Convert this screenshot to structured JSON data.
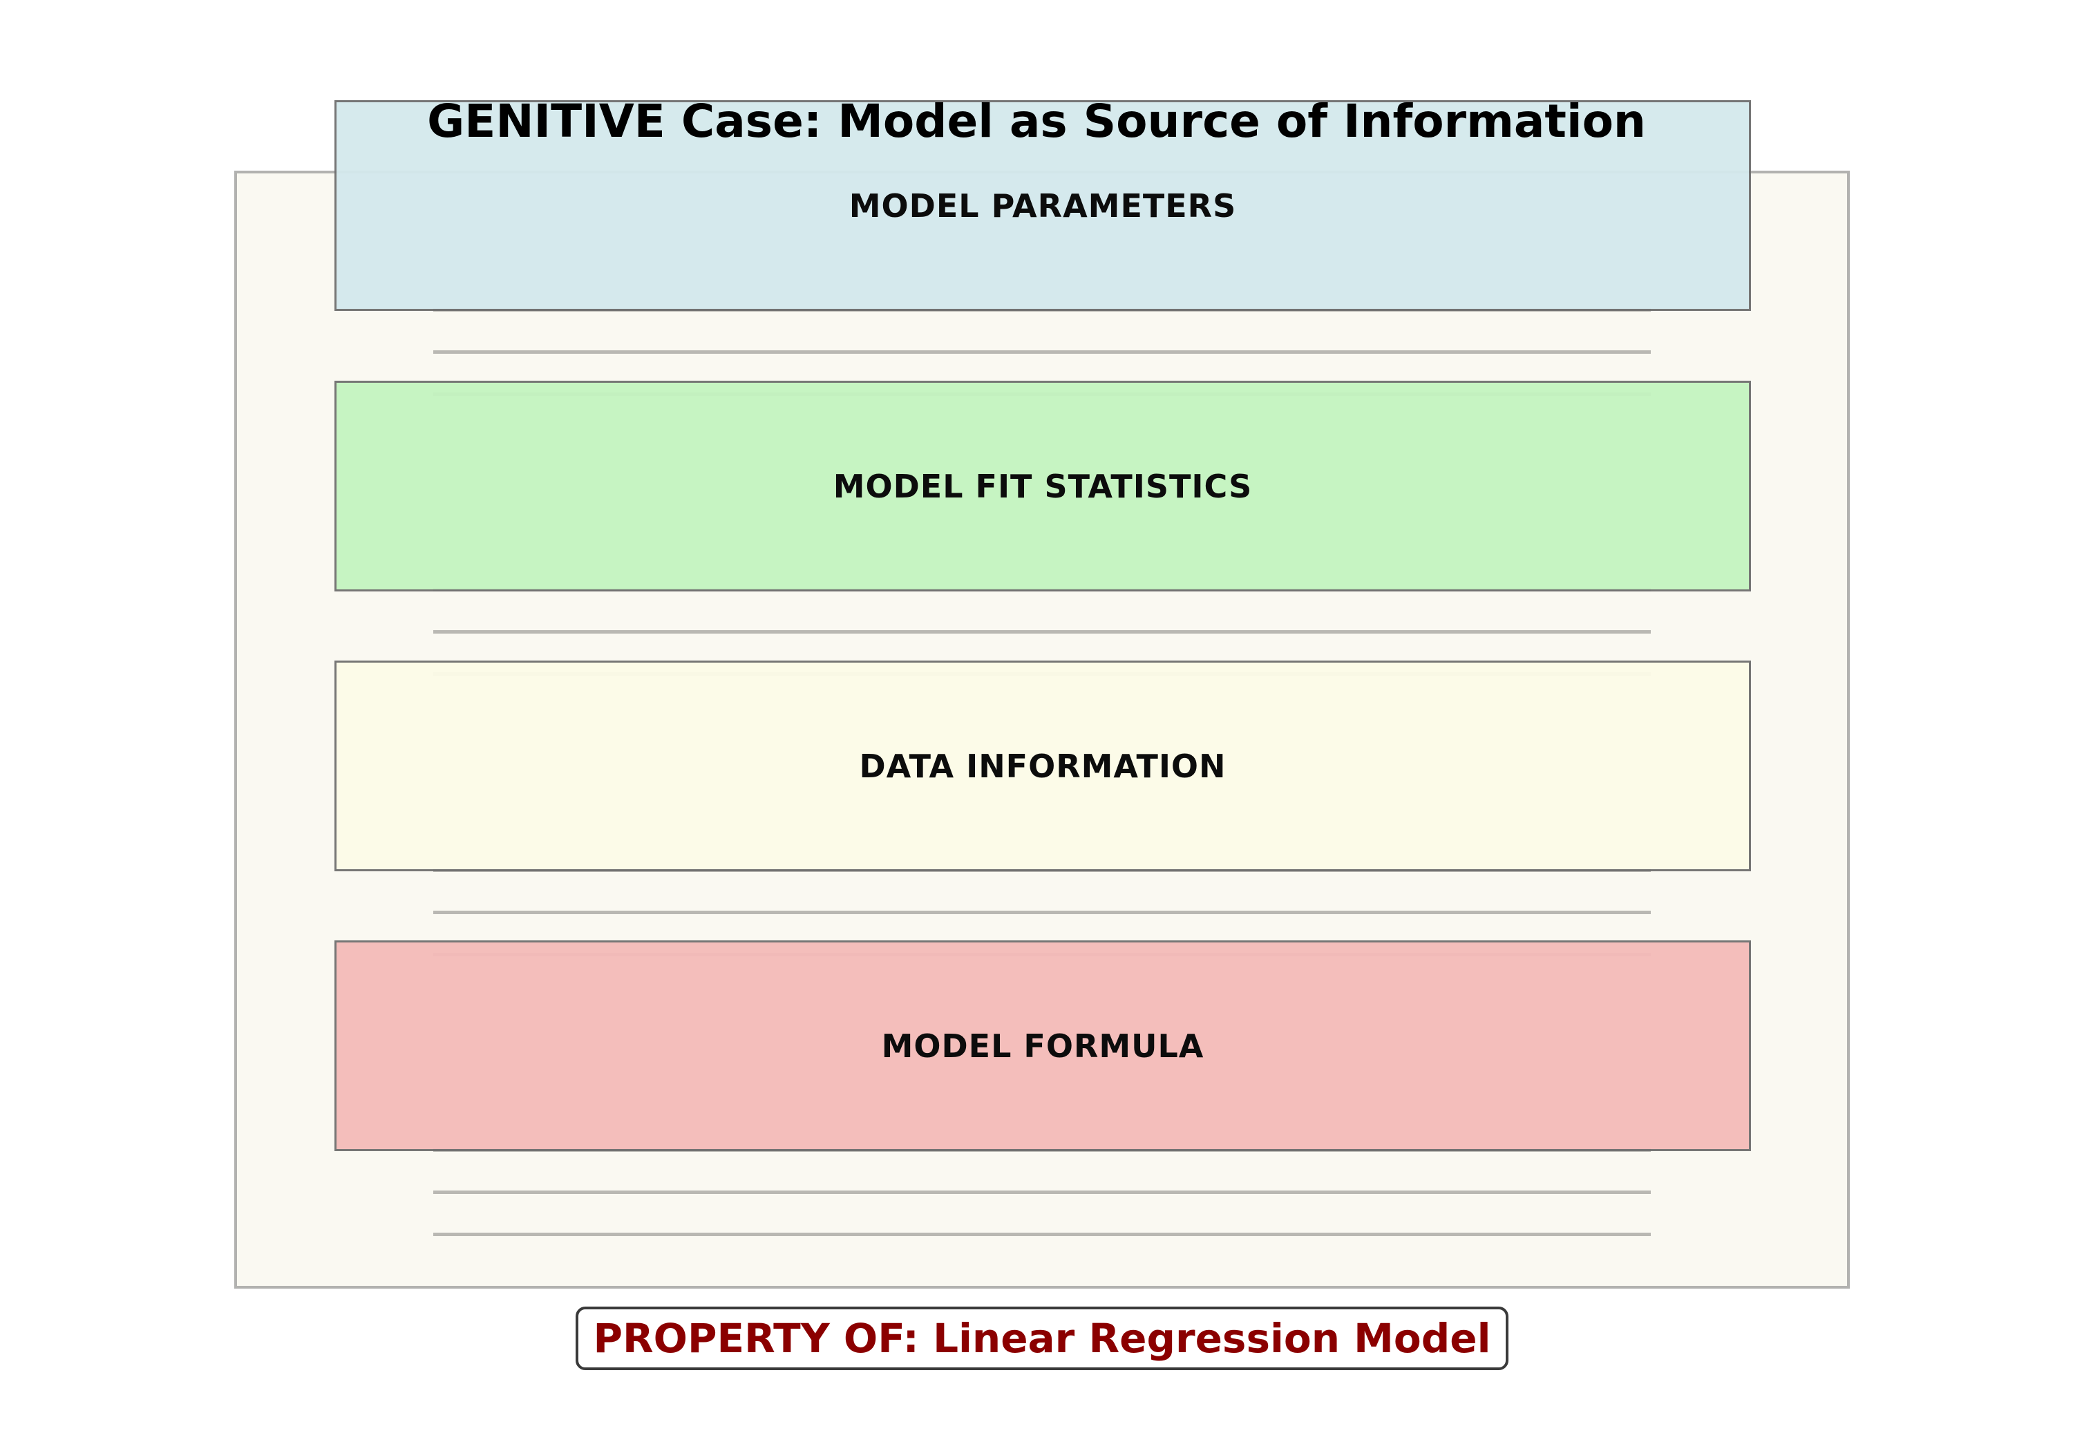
{
  "title": "GENITIVE Case: Model as Source of Information",
  "sections": [
    {
      "label": "MODEL PARAMETERS",
      "color": "#d4e9ed"
    },
    {
      "label": "MODEL FIT STATISTICS",
      "color": "#c4f4c0"
    },
    {
      "label": "DATA INFORMATION",
      "color": "#fdfce8"
    },
    {
      "label": "MODEL FORMULA",
      "color": "#f4bbb9"
    }
  ],
  "colors": {
    "document_background": "#faf9f2",
    "document_border": "#b2b2b0",
    "section_border": "#6f6f6f",
    "rule_lines": "#b9b8b3",
    "owner_text": "#8b0000"
  },
  "owner_label": "PROPERTY OF: Linear Regression Model"
}
